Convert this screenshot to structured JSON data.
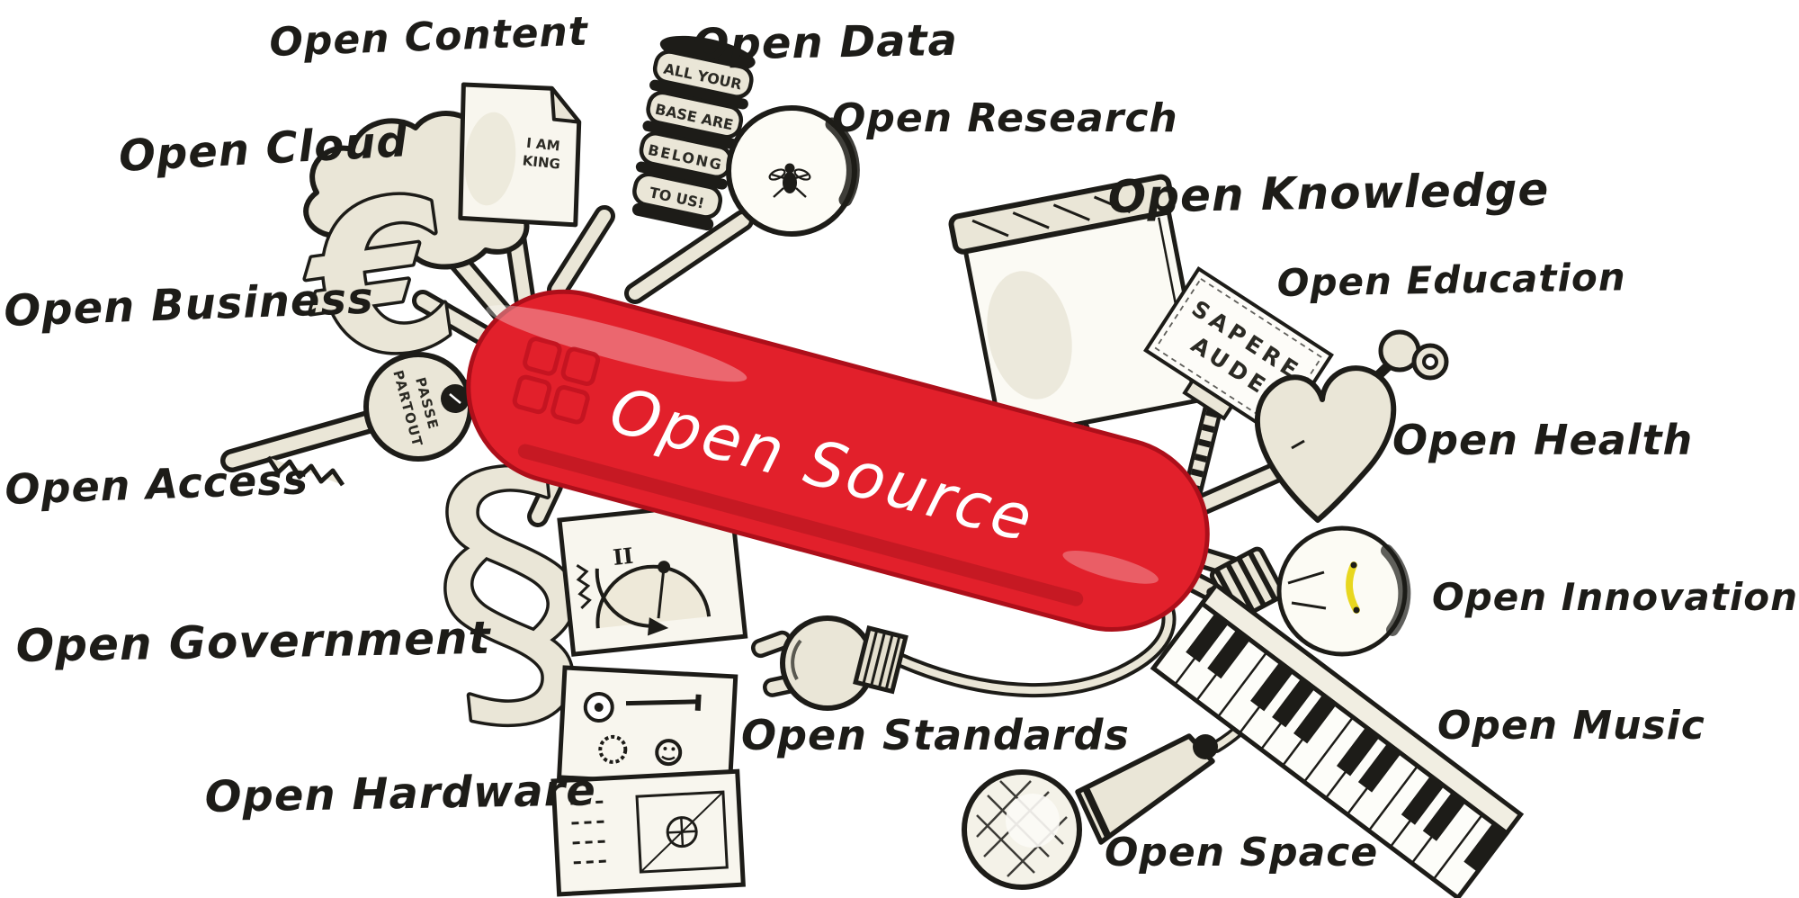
{
  "center": {
    "label": "Open Source",
    "body_color": "#e2202b",
    "label_color": "#ffffff",
    "logo_color": "#c21320"
  },
  "labels": [
    {
      "id": "open-content",
      "text": "Open Content"
    },
    {
      "id": "open-data",
      "text": "Open Data"
    },
    {
      "id": "open-research",
      "text": "Open Research"
    },
    {
      "id": "open-cloud",
      "text": "Open Cloud"
    },
    {
      "id": "open-knowledge",
      "text": "Open Knowledge"
    },
    {
      "id": "open-education",
      "text": "Open Education"
    },
    {
      "id": "open-business",
      "text": "Open Business"
    },
    {
      "id": "open-health",
      "text": "Open Health"
    },
    {
      "id": "open-access",
      "text": "Open Access"
    },
    {
      "id": "open-innovation",
      "text": "Open Innovation"
    },
    {
      "id": "open-government",
      "text": "Open Government"
    },
    {
      "id": "open-music",
      "text": "Open Music"
    },
    {
      "id": "open-standards",
      "text": "Open Standards"
    },
    {
      "id": "open-hardware",
      "text": "Open Hardware"
    },
    {
      "id": "open-space",
      "text": "Open Space"
    }
  ],
  "inscriptions": {
    "paper_lines": [
      "I AM",
      "KING"
    ],
    "stamp_lines": [
      "ALL YOUR",
      "BASE ARE",
      "BELONG",
      "TO US!"
    ],
    "key_lines": [
      "PASSE",
      "PARTOUT"
    ],
    "sign_lines": [
      "SAPERE",
      "AUDE"
    ],
    "euro_symbol": "€",
    "section_symbol": "§",
    "gauge_numeral": "II"
  },
  "colors": {
    "background": "#ffffff",
    "ink": "#1d1c18",
    "tool_beige": "#eae6d7",
    "knife_red": "#e2202b",
    "knife_dark_red": "#ad0f1a",
    "logo_red": "#c21320",
    "filament_yellow": "#e8d71f"
  }
}
